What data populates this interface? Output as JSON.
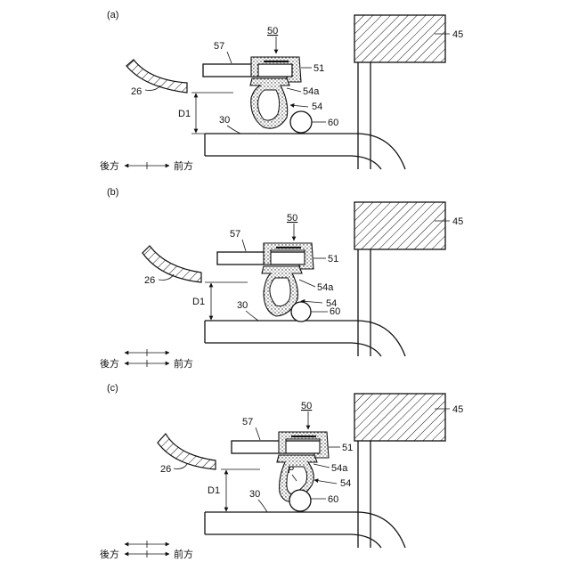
{
  "panels": [
    {
      "tag": "(a)",
      "labels": {
        "seal": "50",
        "panel": "57",
        "retainer": "51",
        "lip": "54a",
        "hollow": "54",
        "ball": "60",
        "wall": "45",
        "body": "30",
        "door": "26",
        "gap": "D1",
        "point": ""
      },
      "direction": {
        "rear": "後方",
        "front": "前方"
      }
    },
    {
      "tag": "(b)",
      "labels": {
        "seal": "50",
        "panel": "57",
        "retainer": "51",
        "lip": "54a",
        "hollow": "54",
        "ball": "60",
        "wall": "45",
        "body": "30",
        "door": "26",
        "gap": "D1",
        "point": ""
      },
      "direction": {
        "rear": "後方",
        "front": "前方"
      }
    },
    {
      "tag": "(c)",
      "labels": {
        "seal": "50",
        "panel": "57",
        "retainer": "51",
        "lip": "54a",
        "hollow": "54",
        "ball": "60",
        "wall": "45",
        "body": "30",
        "door": "26",
        "gap": "D1",
        "point": "P"
      },
      "direction": {
        "rear": "後方",
        "front": "前方"
      }
    }
  ]
}
